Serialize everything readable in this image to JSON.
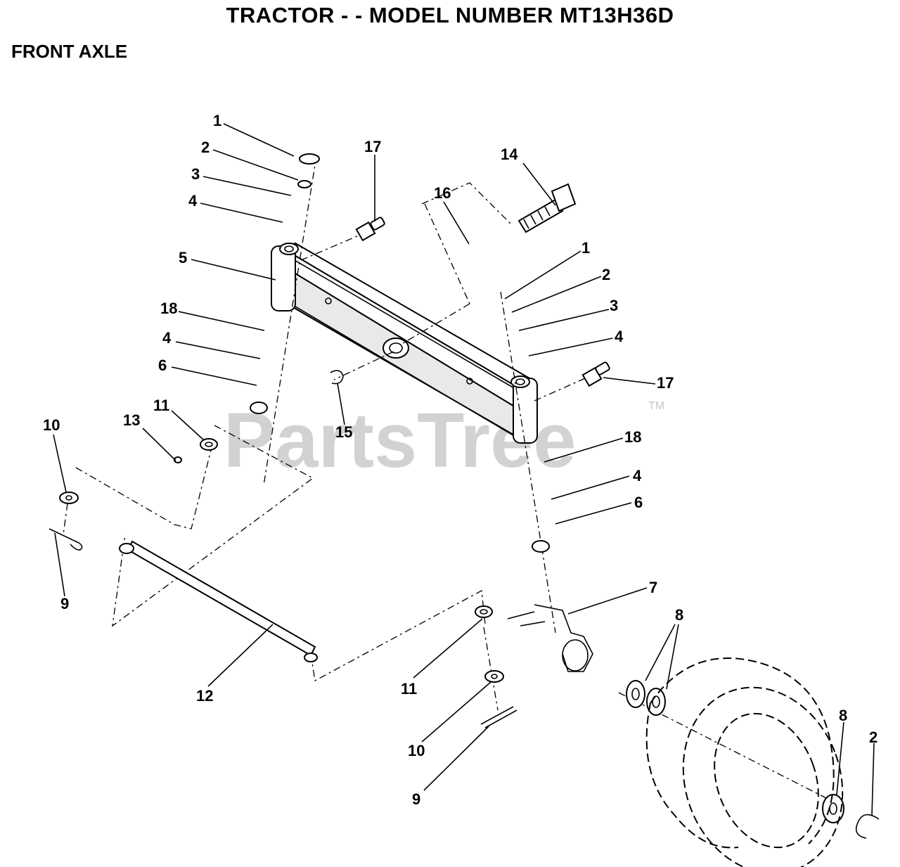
{
  "header": {
    "title": "TRACTOR - - MODEL NUMBER MT13H36D",
    "subtitle": "FRONT AXLE"
  },
  "watermark": {
    "text": "PartsTree",
    "trademark": "TM"
  },
  "callouts": [
    {
      "id": "c1a",
      "label": "1"
    },
    {
      "id": "c2a",
      "label": "2"
    },
    {
      "id": "c3a",
      "label": "3"
    },
    {
      "id": "c4a",
      "label": "4"
    },
    {
      "id": "c5",
      "label": "5"
    },
    {
      "id": "c18a",
      "label": "18"
    },
    {
      "id": "c4b",
      "label": "4"
    },
    {
      "id": "c6a",
      "label": "6"
    },
    {
      "id": "c17a",
      "label": "17"
    },
    {
      "id": "c14",
      "label": "14"
    },
    {
      "id": "c16",
      "label": "16"
    },
    {
      "id": "c1b",
      "label": "1"
    },
    {
      "id": "c2b",
      "label": "2"
    },
    {
      "id": "c3b",
      "label": "3"
    },
    {
      "id": "c4c",
      "label": "4"
    },
    {
      "id": "c17b",
      "label": "17"
    },
    {
      "id": "c15",
      "label": "15"
    },
    {
      "id": "c18b",
      "label": "18"
    },
    {
      "id": "c4d",
      "label": "4"
    },
    {
      "id": "c6b",
      "label": "6"
    },
    {
      "id": "c10a",
      "label": "10"
    },
    {
      "id": "c13",
      "label": "13"
    },
    {
      "id": "c11a",
      "label": "11"
    },
    {
      "id": "c9a",
      "label": "9"
    },
    {
      "id": "c12",
      "label": "12"
    },
    {
      "id": "c7",
      "label": "7"
    },
    {
      "id": "c8a",
      "label": "8"
    },
    {
      "id": "c11b",
      "label": "11"
    },
    {
      "id": "c10b",
      "label": "10"
    },
    {
      "id": "c9b",
      "label": "9"
    },
    {
      "id": "c8b",
      "label": "8"
    },
    {
      "id": "c2c",
      "label": "2"
    }
  ]
}
